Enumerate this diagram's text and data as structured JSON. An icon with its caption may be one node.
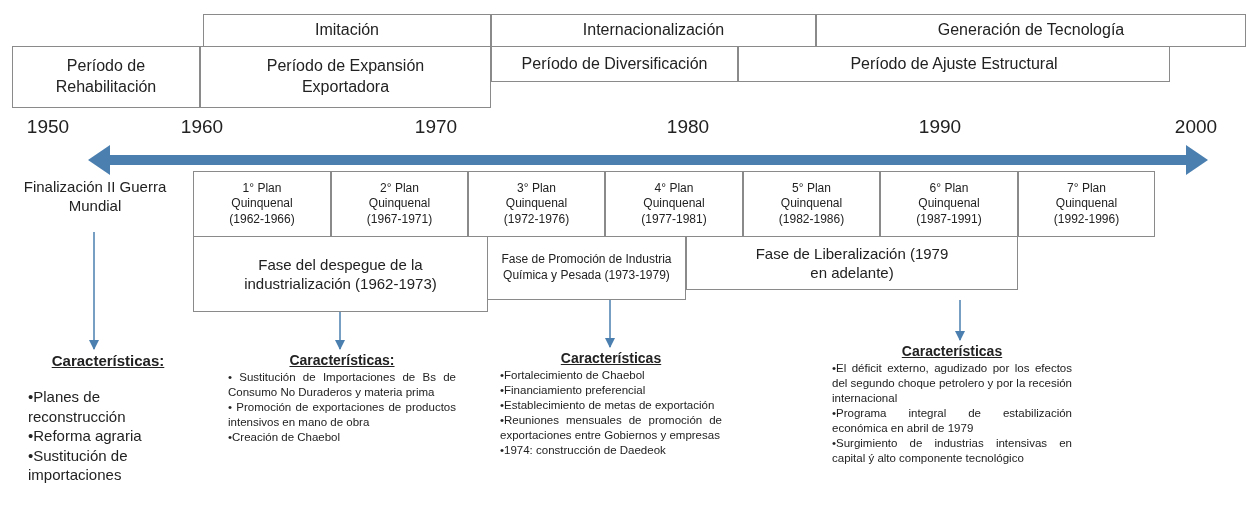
{
  "diagram": {
    "nodes": [
      {
        "text": [
          "Imitación"
        ]
      },
      {
        "text": [
          "Internacionalización"
        ]
      },
      {
        "text": [
          "Generación de Tecnología"
        ]
      },
      {
        "text": [
          "Período de Rehabilitación"
        ]
      },
      {
        "text": [
          "Período de Expansión Exportadora"
        ]
      },
      {
        "text": [
          "Período de Diversificación"
        ]
      },
      {
        "text": [
          "Período de Ajuste Estructural"
        ]
      },
      {
        "text": [
          "Finalización II Guerra Mundial"
        ]
      },
      {
        "text": [
          "1° Plan Quinquenal (1962-1966)"
        ]
      },
      {
        "text": [
          "2° Plan Quinquenal (1967-1971)"
        ]
      },
      {
        "text": [
          "3° Plan Quinquenal (1972-1976)"
        ]
      },
      {
        "text": [
          "4° Plan Quinquenal (1977-1981)"
        ]
      },
      {
        "text": [
          "5° Plan Quinquenal (1982-1986)"
        ]
      },
      {
        "text": [
          "6° Plan Quinquenal (1987-1991)"
        ]
      },
      {
        "text": [
          "7° Plan Quinquenal (1992-1996)"
        ]
      },
      {
        "text": [
          "Fase del despegue de la industrialización (1962-1973)"
        ]
      },
      {
        "text": [
          "Fase de Promoción de Industria Química y Pesada (1973-1979)"
        ]
      },
      {
        "text": [
          "Fase de Liberalización (1979 en adelante)"
        ]
      },
      {
        "text": [
          "Características:",
          "•Planes de reconstrucción",
          "•Reforma agraria",
          "•Sustitución de importaciones"
        ]
      },
      {
        "text": [
          "Características:",
          "• Sustitución de Importaciones de Bs de Consumo No Duraderos y materia prima",
          "• Promoción de exportaciones de productos intensivos en mano de obra",
          "•Creación de Chaebol"
        ]
      },
      {
        "text": [
          "Características",
          "•Fortalecimiento de Chaebol",
          "•Financiamiento preferencial",
          "•Establecimiento de metas de exportación",
          "•Reuniones mensuales de promoción de exportaciones entre Gobiernos y empresas",
          "•1974: construcción de Daedeok"
        ]
      },
      {
        "text": [
          "Características",
          "•El déficit externo, agudizado por los efectos del segundo choque petrolero y por la recesión internacional",
          "•Programa integral de estabilización económica en abril de 1979",
          "•Surgimiento de industrias intensivas en capital ý alto componente tecnológico"
        ]
      }
    ],
    "edges": [
      {
        "from": 7,
        "to": 18,
        "arrow": "to"
      },
      {
        "from": 15,
        "to": 19,
        "arrow": "to"
      },
      {
        "from": 16,
        "to": 20,
        "arrow": "to"
      },
      {
        "from": 17,
        "to": 21,
        "arrow": "to"
      }
    ],
    "labels": [
      "1950",
      "1960",
      "1970",
      "1980",
      "1990",
      "2000"
    ]
  }
}
